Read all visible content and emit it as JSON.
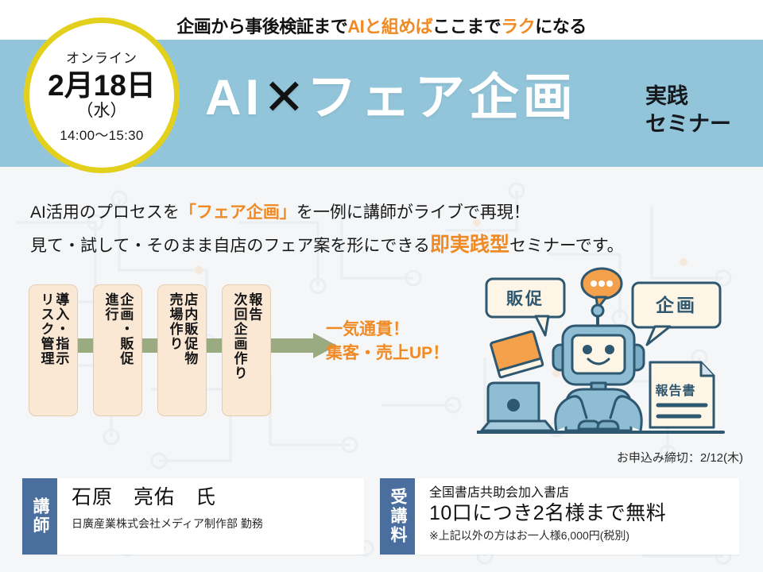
{
  "tagline": {
    "part1": "企画から事後検証まで",
    "part2_accent": "AIと組めば",
    "part3": "ここまで",
    "part4_accent": "ラク",
    "part5": "になる"
  },
  "date_badge": {
    "online_label": "オンライン",
    "month_day": "2月18日",
    "day_of_week": "（水）",
    "time": "14:00〜15:30",
    "border_color": "#e2d01c"
  },
  "title": {
    "ai": "AI",
    "cross": "✕",
    "theme": "フェア企画",
    "sub_line1": "実践",
    "sub_line2": "セミナー",
    "band_color": "#92c5da"
  },
  "lead": {
    "line1_a": "AI活用のプロセスを",
    "line1_accent": "「フェア企画」",
    "line1_b": "を一例に講師がライブで再現！",
    "line2_a": "見て・試して・そのまま自店のフェア案を形にできる",
    "line2_accent": "即実践型",
    "line2_b": "セミナーです。"
  },
  "flow": {
    "boxes": [
      {
        "col_right": "導入・指示",
        "col_left": "リスク管理"
      },
      {
        "col_right": "企画・販促",
        "col_left": "進行"
      },
      {
        "col_right": "店内販促物",
        "col_left": "売場作り"
      },
      {
        "col_right": "報告",
        "col_left": "次回企画作り"
      }
    ],
    "band_color": "#9aab82",
    "box_color": "#fae8d5"
  },
  "cta": {
    "line1": "一気通貫！",
    "line2": "集客・売上UP！",
    "color": "#f08a24"
  },
  "illustration": {
    "bubble_left": "販促",
    "bubble_right": "企画",
    "document_label": "報告書",
    "robot_color": "#8fbdd4",
    "outline_color": "#2e5770",
    "accent_color": "#f5a04a"
  },
  "deadline": {
    "text": "お申込み締切：2/12(木)"
  },
  "lecturer": {
    "tab_label": "講師",
    "name": "石原　亮佑　氏",
    "organization": "日廣産業株式会社メディア制作部 勤務"
  },
  "fee": {
    "tab_label": "受講料",
    "eligibility": "全国書店共助会加入書店",
    "main": "10口につき2名様まで無料",
    "note": "※上記以外の方はお一人様6,000円(税別)",
    "tab_color": "#4a6f9e"
  }
}
